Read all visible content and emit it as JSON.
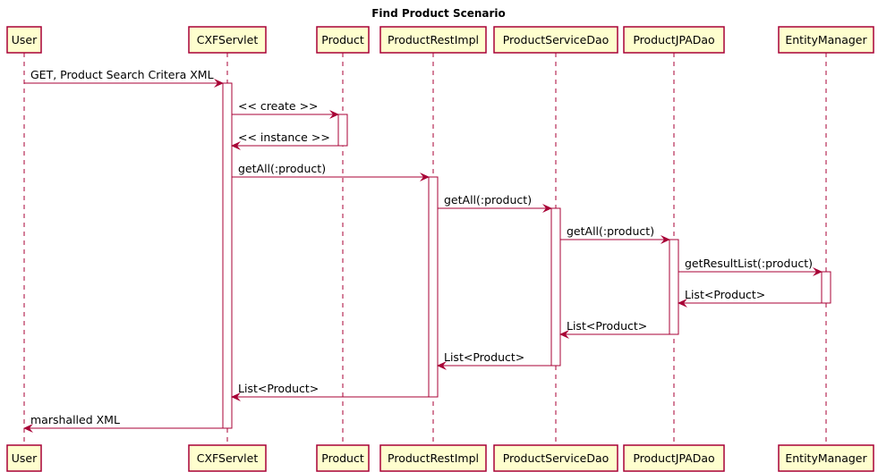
{
  "title": "Find Product Scenario",
  "colors": {
    "line": "#A80036",
    "box_fill": "#FEFECE",
    "box_border": "#A80036",
    "activation_fill": "#FFFFFF",
    "text": "#000000"
  },
  "participants": [
    {
      "id": "user",
      "label": "User"
    },
    {
      "id": "cxf",
      "label": "CXFServlet"
    },
    {
      "id": "product",
      "label": "Product"
    },
    {
      "id": "rest",
      "label": "ProductRestImpl"
    },
    {
      "id": "svc",
      "label": "ProductServiceDao"
    },
    {
      "id": "jpa",
      "label": "ProductJPADao"
    },
    {
      "id": "em",
      "label": "EntityManager"
    }
  ],
  "messages": [
    {
      "from": "user",
      "to": "cxf",
      "label": "GET, Product Search Critera XML"
    },
    {
      "from": "cxf",
      "to": "product",
      "label": "<< create >>"
    },
    {
      "from": "product",
      "to": "cxf",
      "label": "<< instance >>"
    },
    {
      "from": "cxf",
      "to": "rest",
      "label": "getAll(:product)"
    },
    {
      "from": "rest",
      "to": "svc",
      "label": "getAll(:product)"
    },
    {
      "from": "svc",
      "to": "jpa",
      "label": "getAll(:product)"
    },
    {
      "from": "jpa",
      "to": "em",
      "label": "getResultList(:product)"
    },
    {
      "from": "em",
      "to": "jpa",
      "label": "List<Product>"
    },
    {
      "from": "jpa",
      "to": "svc",
      "label": "List<Product>"
    },
    {
      "from": "svc",
      "to": "rest",
      "label": "List<Product>"
    },
    {
      "from": "rest",
      "to": "cxf",
      "label": "List<Product>"
    },
    {
      "from": "cxf",
      "to": "user",
      "label": "marshalled XML"
    }
  ],
  "activations": [
    {
      "participant": "cxf",
      "from_message": 0,
      "to_message": 11
    },
    {
      "participant": "product",
      "from_message": 1,
      "to_message": 2
    },
    {
      "participant": "rest",
      "from_message": 3,
      "to_message": 10
    },
    {
      "participant": "svc",
      "from_message": 4,
      "to_message": 9
    },
    {
      "participant": "jpa",
      "from_message": 5,
      "to_message": 8
    },
    {
      "participant": "em",
      "from_message": 6,
      "to_message": 7
    }
  ]
}
